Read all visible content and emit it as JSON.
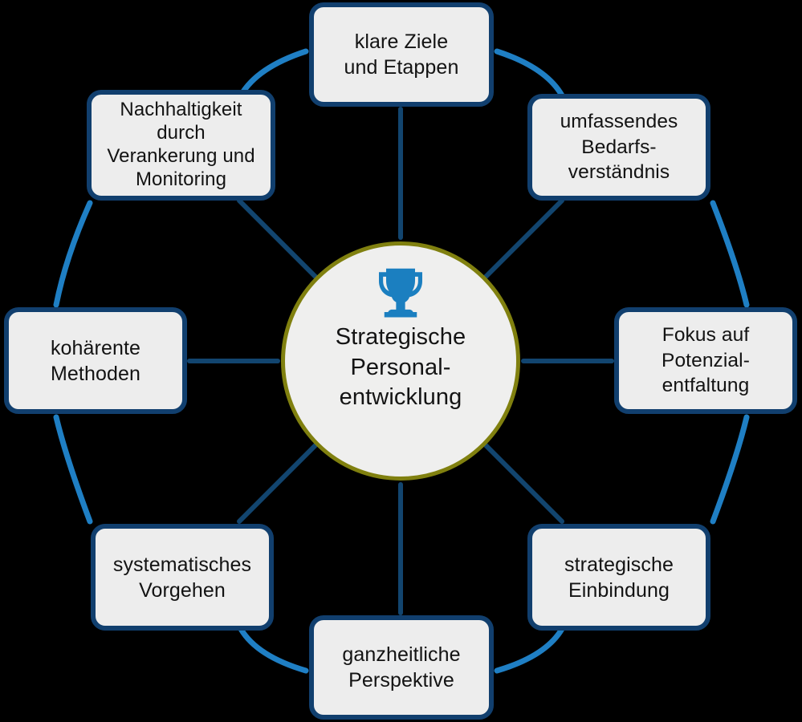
{
  "diagram": {
    "type": "hub-and-spoke-cycle",
    "title": "Strategische Personalentwicklung",
    "center": {
      "label": "Strategische\nPersonal-\nentwicklung",
      "icon": "trophy-icon",
      "icon_color": "#1b7fc0",
      "fill": "#efefee",
      "border_color": "#80800f"
    },
    "style": {
      "background": "#000000",
      "node_fill": "#ededed",
      "node_border": "#113f6e",
      "spoke_color": "#12456f",
      "arc_color": "#1f7fc4",
      "text_color": "#131313"
    },
    "nodes": [
      {
        "id": "top",
        "label": "klare Ziele\nund Etappen"
      },
      {
        "id": "topright",
        "label": "umfassendes\nBedarfs-\nverständnis"
      },
      {
        "id": "right",
        "label": "Fokus auf\nPotenzial-\nentfaltung"
      },
      {
        "id": "bottomright",
        "label": "strategische\nEinbindung"
      },
      {
        "id": "bottom",
        "label": "ganzheitliche\nPerspektive"
      },
      {
        "id": "bottomleft",
        "label": "systematisches\nVorgehen"
      },
      {
        "id": "left",
        "label": "kohärente\nMethoden"
      },
      {
        "id": "topleft",
        "label": "Nachhaltigkeit\ndurch\nVerankerung und\nMonitoring"
      }
    ]
  }
}
